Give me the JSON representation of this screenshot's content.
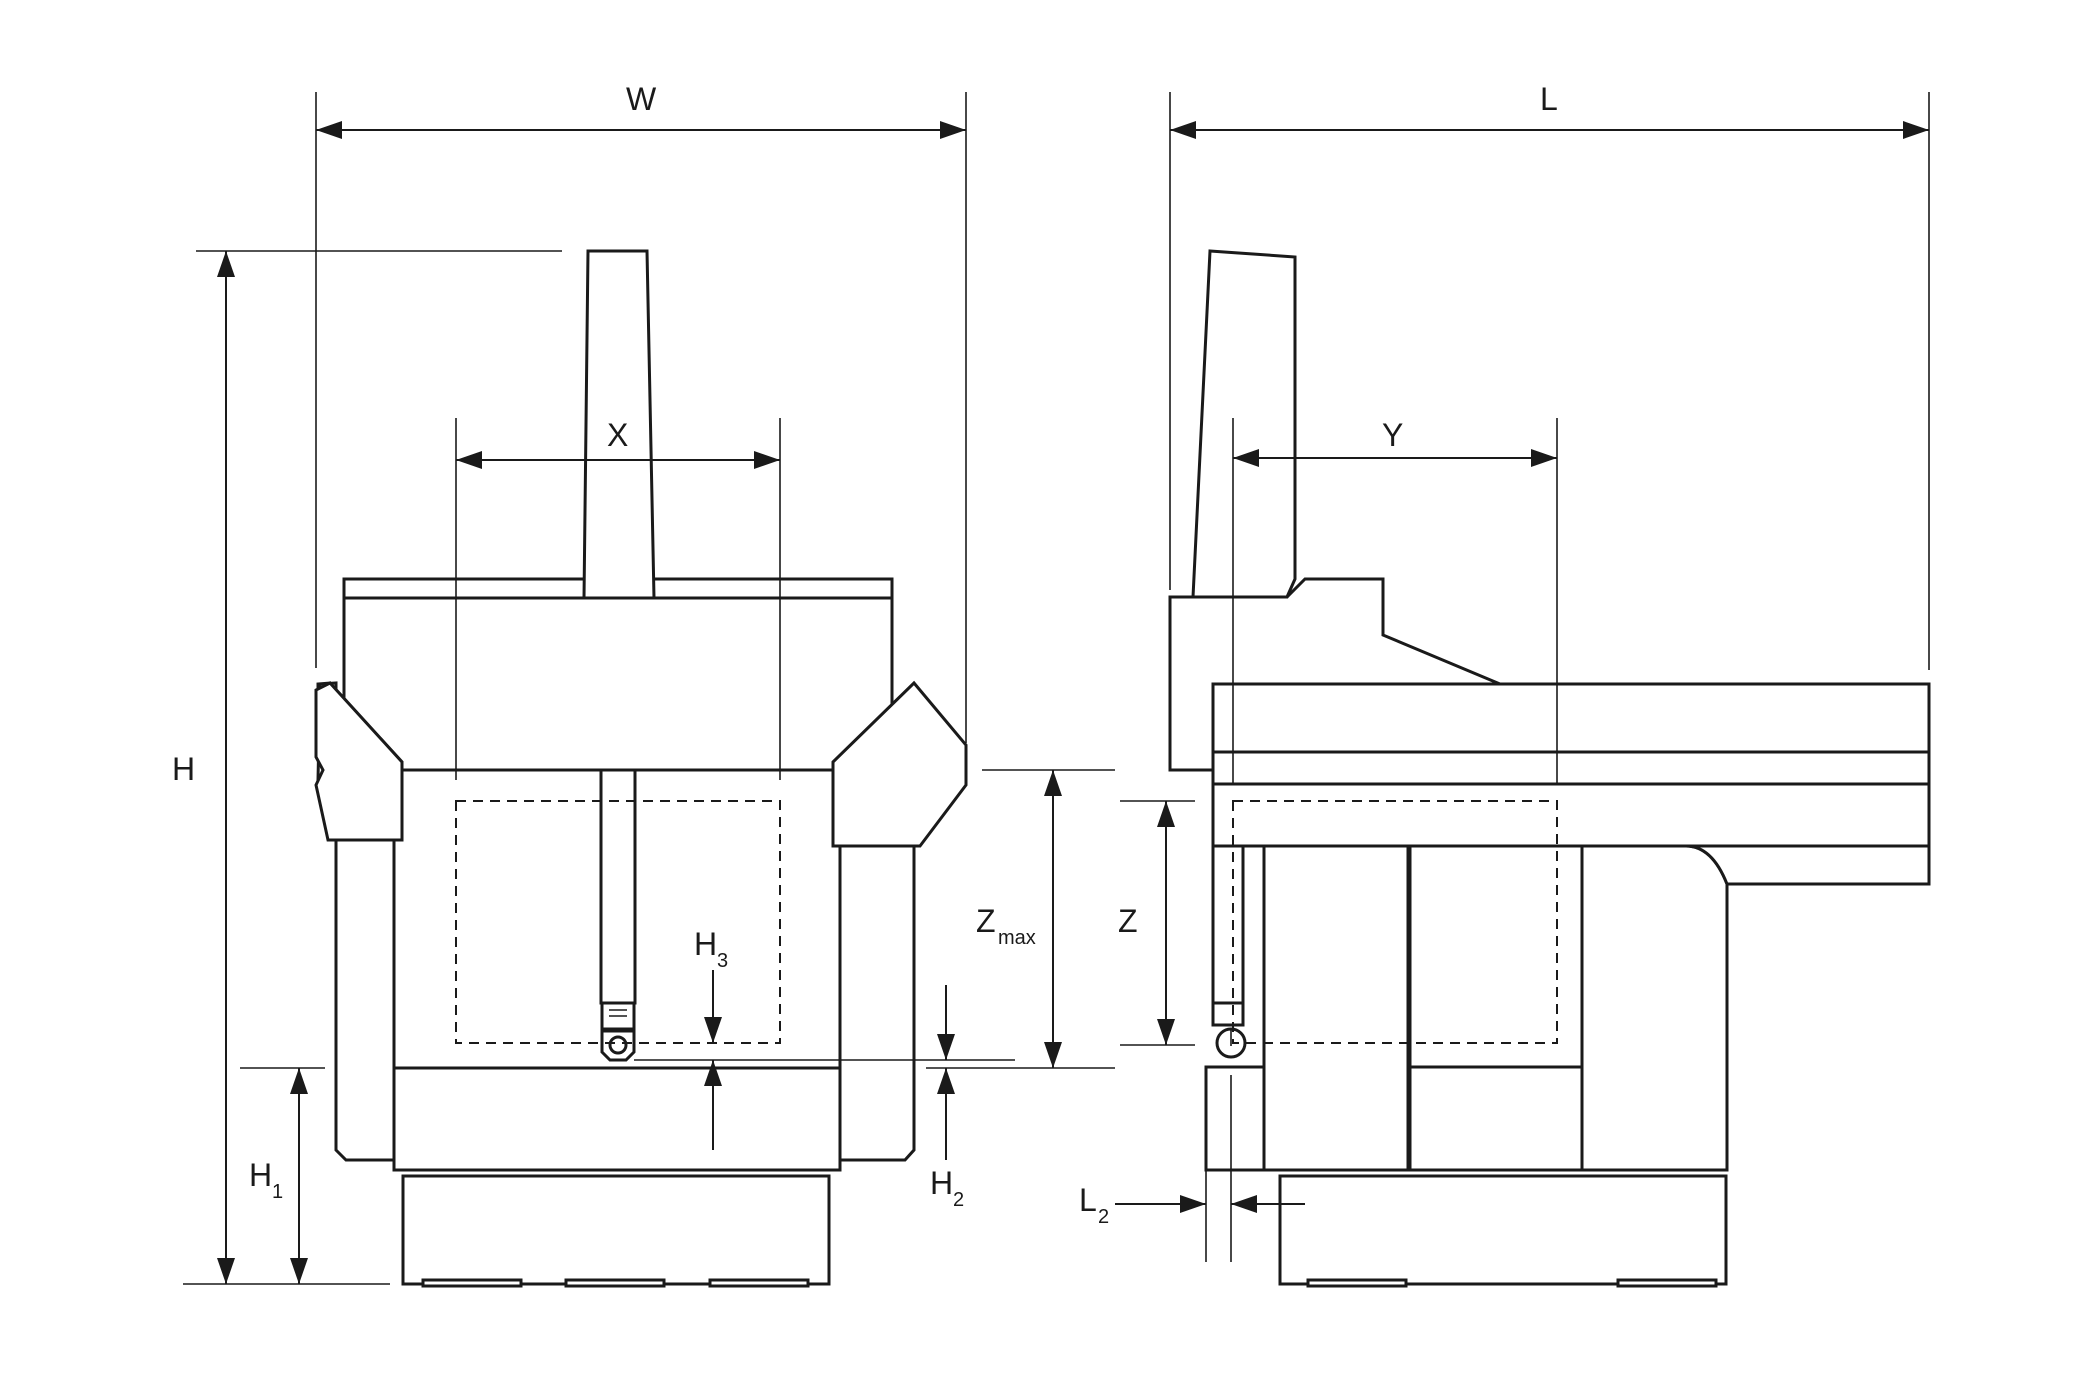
{
  "labels": {
    "W": "W",
    "L": "L",
    "X": "X",
    "Y": "Y",
    "H": "H",
    "Z": "Z",
    "Zmax_main": "Z",
    "Zmax_sub": "max",
    "H1_main": "H",
    "H1_sub": "1",
    "H2_main": "H",
    "H2_sub": "2",
    "H3_main": "H",
    "H3_sub": "3",
    "L2_main": "L",
    "L2_sub": "2"
  }
}
